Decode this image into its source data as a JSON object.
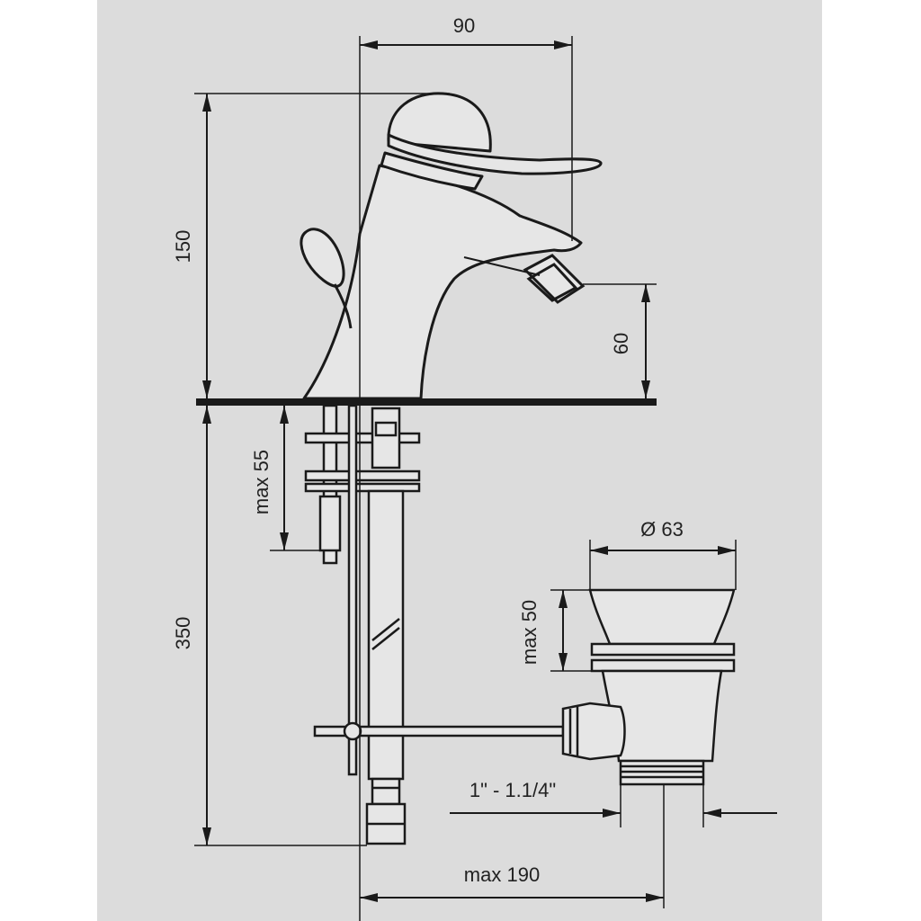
{
  "drawing": {
    "title": "",
    "background_color": "#dcdcdc",
    "line_color": "#1a1a1a",
    "dimensions": {
      "spout_width": "90",
      "overall_height": "150",
      "outlet_height": "60",
      "max_deck_thickness": "max 55",
      "hose_length": "350",
      "waste_diameter": "Ø 63",
      "waste_max_thickness": "max 50",
      "waste_thread": "1\" - 1.1/4\"",
      "max_reach": "max 190"
    },
    "parts": [
      "bidet-mixer-tap",
      "lever-handle",
      "pop-up-knob",
      "swivel-outlet",
      "deck-surface",
      "fixing-stud",
      "supply-hose",
      "pop-up-rod",
      "waste-fitting"
    ]
  }
}
